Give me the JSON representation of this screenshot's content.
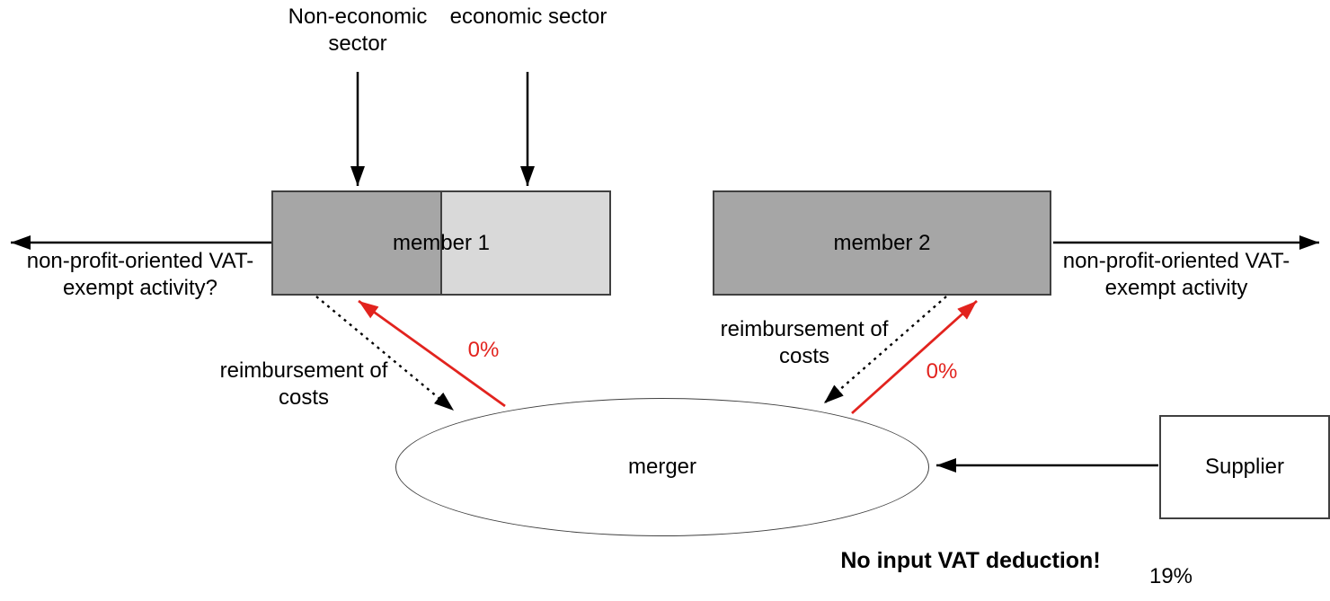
{
  "diagram": {
    "top_labels": {
      "non_economic": "Non-economic sector",
      "economic": "economic sector"
    },
    "members": {
      "member1_label": "member 1",
      "member2_label": "member 2"
    },
    "side_labels": {
      "left_activity": "non-profit-oriented VAT-exempt activity?",
      "right_activity": "non-profit-oriented VAT-exempt activity"
    },
    "flows": {
      "reimbursement_left": "reimbursement of costs",
      "reimbursement_right": "reimbursement of costs",
      "zero_rate_left": "0%",
      "zero_rate_right": "0%"
    },
    "merger_label": "merger",
    "supplier_label": "Supplier",
    "footer": {
      "no_deduction": "No input VAT deduction!",
      "vat_rate": "19%"
    },
    "colors": {
      "member_dark_gray": "#a6a6a6",
      "member_light_gray": "#d9d9d9",
      "arrow_black": "#000000",
      "arrow_red": "#e2231e",
      "border_gray": "#404040"
    }
  }
}
